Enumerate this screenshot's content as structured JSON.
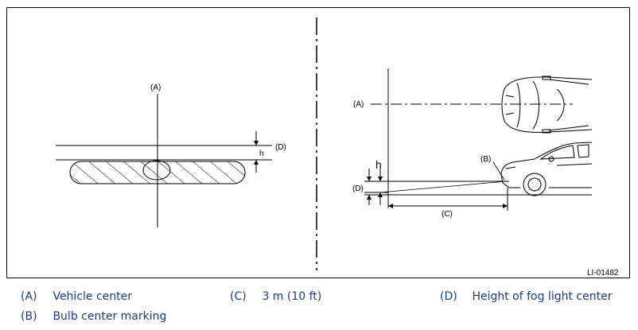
{
  "diagram": {
    "labels": {
      "a": "(A)",
      "b": "(B)",
      "c": "(C)",
      "d": "(D)",
      "h": "h"
    },
    "figure_id": "LI-01482"
  },
  "legend": {
    "items": [
      {
        "key": "(A)",
        "text": "Vehicle center"
      },
      {
        "key": "(B)",
        "text": "Bulb center marking"
      },
      {
        "key": "(C)",
        "text": "3 m (10 ft)"
      },
      {
        "key": "(D)",
        "text": "Height of fog light center"
      }
    ]
  },
  "colors": {
    "legend_text": "#1a3a8a",
    "line": "#000000"
  }
}
